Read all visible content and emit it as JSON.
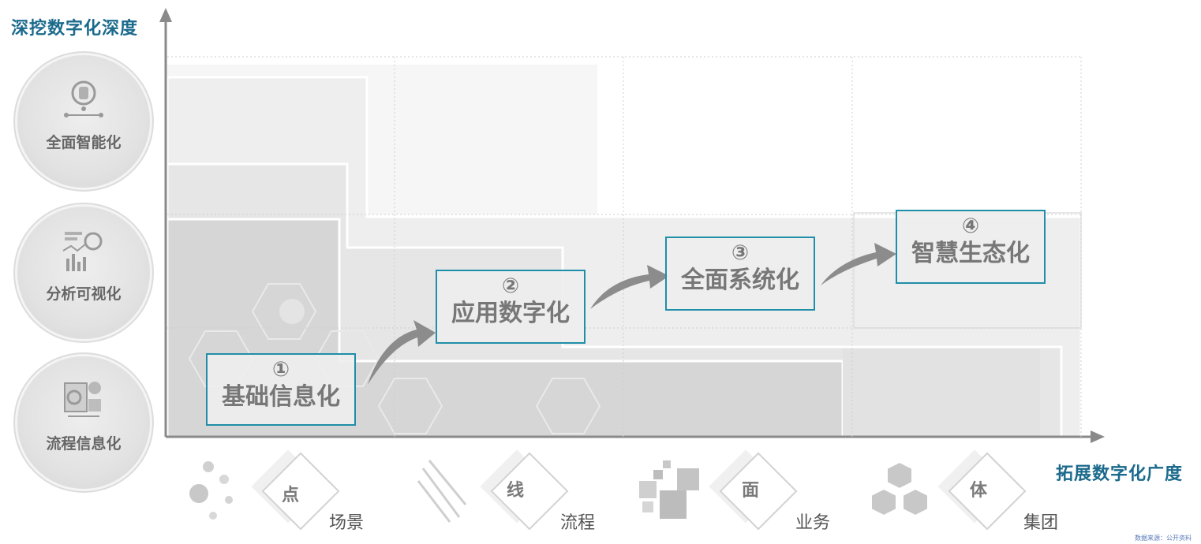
{
  "axes": {
    "y_label": "深挖数字化深度",
    "x_label": "拓展数字化广度"
  },
  "depth_levels": [
    {
      "label": "全面智能化",
      "icon": "ai-chip-icon"
    },
    {
      "label": "分析可视化",
      "icon": "chart-analytics-icon"
    },
    {
      "label": "流程信息化",
      "icon": "process-doc-icon"
    }
  ],
  "stages": [
    {
      "num": "①",
      "title": "基础信息化"
    },
    {
      "num": "②",
      "title": "应用数字化"
    },
    {
      "num": "③",
      "title": "全面系统化"
    },
    {
      "num": "④",
      "title": "智慧生态化"
    }
  ],
  "breadth_levels": [
    {
      "symbol": "点",
      "label": "场景",
      "icon": "dots-icon"
    },
    {
      "symbol": "线",
      "label": "流程",
      "icon": "lines-icon"
    },
    {
      "symbol": "面",
      "label": "业务",
      "icon": "squares-icon"
    },
    {
      "symbol": "体",
      "label": "集团",
      "icon": "cubes-icon"
    }
  ],
  "colors": {
    "accent": "#1f8ea8",
    "axis_label": "#1b6a8c"
  },
  "footer": "数据来源：公开资料"
}
